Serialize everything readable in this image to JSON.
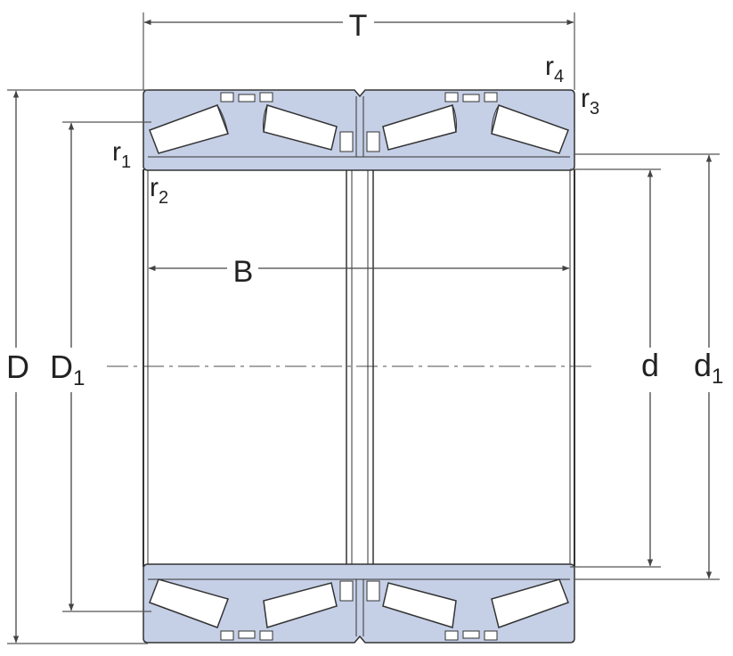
{
  "labels": {
    "T": "T",
    "B": "B",
    "D": "D",
    "D1_main": "D",
    "D1_sub": "1",
    "d": "d",
    "d1_main": "d",
    "d1_sub": "1",
    "r1_main": "r",
    "r1_sub": "1",
    "r2_main": "r",
    "r2_sub": "2",
    "r3_main": "r",
    "r3_sub": "3",
    "r4_main": "r",
    "r4_sub": "4"
  },
  "colors": {
    "ring_fill": "#c5cfe6",
    "roller_fill": "#ffffff",
    "outline": "#333333",
    "dimension_line": "#444444",
    "centerline": "#888888"
  }
}
